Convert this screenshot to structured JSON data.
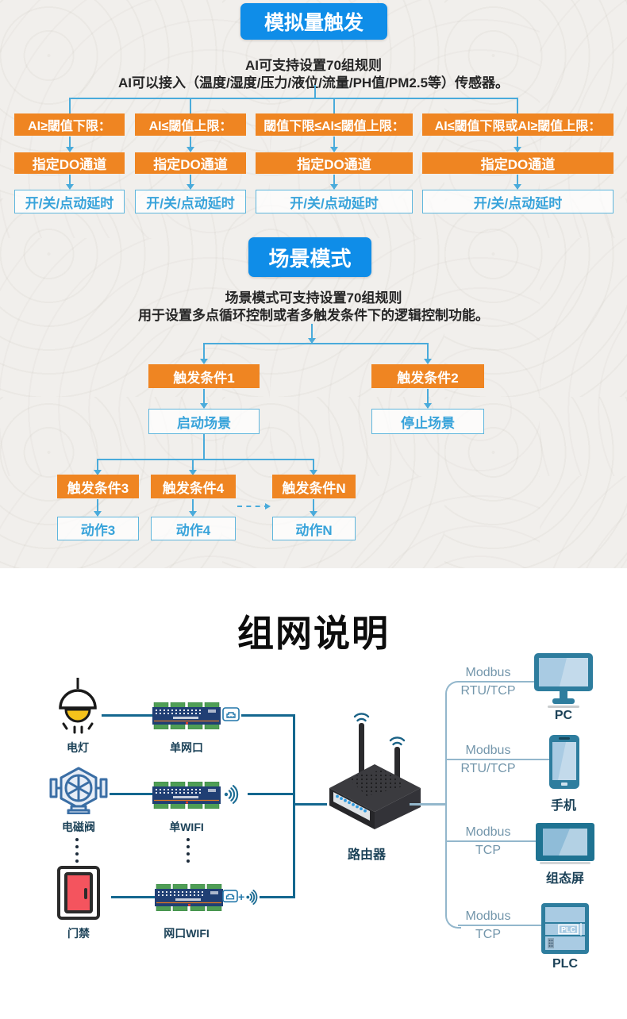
{
  "analog": {
    "title": "模拟量触发",
    "desc_line1": "AI可支持设置70组规则",
    "desc_line2": "AI可以接入（温度/湿度/压力/液位/流量/PH值/PM2.5等）传感器。",
    "columns": [
      {
        "header": "AI≥閾值下限：",
        "do_label": "指定DO通道",
        "delay_label": "开/关/点动延时"
      },
      {
        "header": "AI≤閾值上限：",
        "do_label": "指定DO通道",
        "delay_label": "开/关/点动延时"
      },
      {
        "header": "閾值下限≤AI≤閾值上限：",
        "do_label": "指定DO通道",
        "delay_label": "开/关/点动延时"
      },
      {
        "header": "AI≤閾值下限或AI≥閾值上限：",
        "do_label": "指定DO通道",
        "delay_label": "开/关/点动延时"
      }
    ]
  },
  "scene": {
    "title": "场景模式",
    "desc_line1": "场景模式可支持设置70组规则",
    "desc_line2": "用于设置多点循环控制或者多触发条件下的逻辑控制功能。",
    "trigger1": "触发条件1",
    "trigger2": "触发条件2",
    "start": "启动场景",
    "stop": "停止场景",
    "trigger3": "触发条件3",
    "trigger4": "触发条件4",
    "triggerN": "触发条件N",
    "action3": "动作3",
    "action4": "动作4",
    "actionN": "动作N"
  },
  "network": {
    "title": "组网说明",
    "devices": [
      {
        "label": "电灯"
      },
      {
        "label": "电磁阀"
      },
      {
        "label": "门禁"
      }
    ],
    "modules": [
      {
        "label": "单网口"
      },
      {
        "label": "单WIFI"
      },
      {
        "label": "网口WIFI"
      }
    ],
    "wifi_plus": "+",
    "router_label": "路由器",
    "endpoints": [
      {
        "protocol_line1": "Modbus",
        "protocol_line2": "RTU/TCP",
        "label": "PC"
      },
      {
        "protocol_line1": "Modbus",
        "protocol_line2": "RTU/TCP",
        "label": "手机"
      },
      {
        "protocol_line1": "Modbus",
        "protocol_line2": "TCP",
        "label": "组态屏"
      },
      {
        "protocol_line1": "Modbus",
        "protocol_line2": "TCP",
        "label": "PLC"
      }
    ],
    "plc_icon_text": "PLC"
  },
  "colors": {
    "accent_blue": "#0f8de8",
    "accent_orange": "#ef8522",
    "flow_line_blue": "#4aabdb",
    "box_text_blue": "#38a3da",
    "diagram_dark_line": "#14678f",
    "diagram_light_line": "#93b7cc",
    "label_navy": "#1c4258",
    "modbus_text": "#7396ab",
    "device_teal": "#2e7d9e",
    "lamp_yellow": "#f5c21b",
    "door_red": "#f4545e"
  }
}
